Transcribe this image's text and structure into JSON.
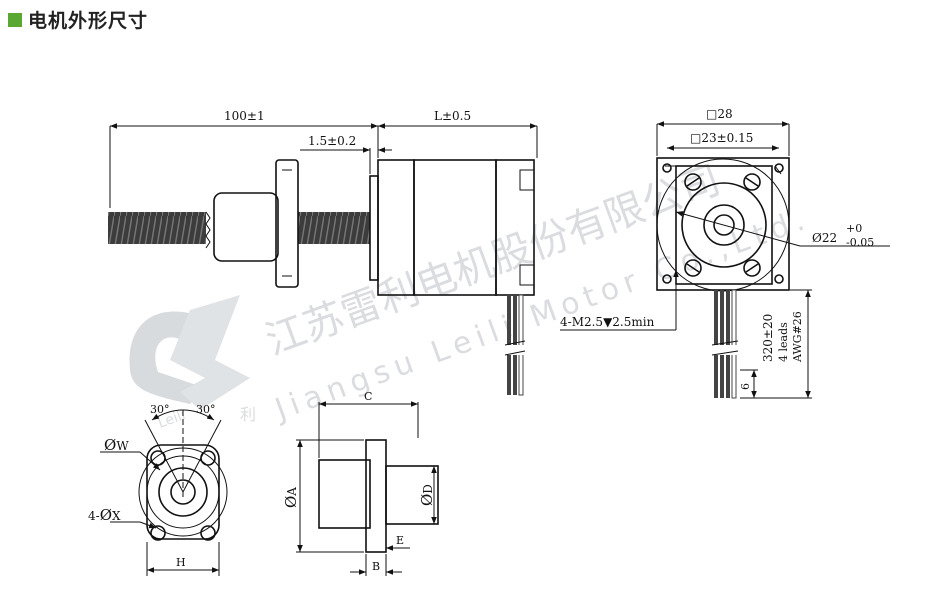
{
  "header": {
    "title": "电机外形尺寸",
    "square_color": "#5aa832"
  },
  "watermark": {
    "company_cn": "江苏雷利电机股份有限公司",
    "company_en": "Jiangsu Leili Motor Co.,Ltd.",
    "logo_text": "Leili",
    "logo_char": "利"
  },
  "side_view": {
    "total_length": "100±1",
    "motor_length": "L±0.5",
    "nut_gap": "1.5±0.2",
    "mount_holes": "4-M2.5",
    "hole_depth": "2.5min"
  },
  "front_view": {
    "outer_size": "□28",
    "bolt_pattern": "□23±0.15",
    "pilot_dia": "Ø22",
    "pilot_tol_upper": "+0",
    "pilot_tol_lower": "-0.05",
    "lead_length": "320±20",
    "leads": "4 leads",
    "awg": "AWG#26",
    "strip": "6"
  },
  "nut_front": {
    "angle_left": "30°",
    "angle_right": "30°",
    "dia_w": "W",
    "holes_x": "4-",
    "dia_x": "X",
    "width_h": "H"
  },
  "nut_side": {
    "length_c": "C",
    "dia_a": "A",
    "dia_d": "D",
    "flange_b": "B",
    "step_e": "E"
  }
}
